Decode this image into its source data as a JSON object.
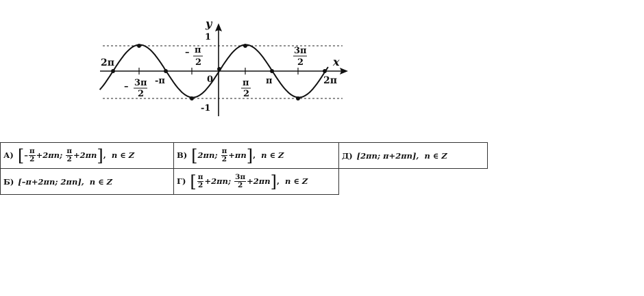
{
  "graph": {
    "y_axis_label": "y",
    "x_axis_label": "x",
    "y_ticks": {
      "one": "1",
      "minus_one": "-1"
    },
    "origin": "0",
    "labels": {
      "two_pi_left": "2π",
      "minus_three_pi_half_sign": "–",
      "minus_three_pi_half_num": "3π",
      "minus_three_pi_half_den": "2",
      "minus_pi": "-π",
      "minus_pi_half_sign": "–",
      "minus_pi_half_num": "π",
      "minus_pi_half_den": "2",
      "pi_half_num": "π",
      "pi_half_den": "2",
      "pi": "π",
      "three_pi_half_num": "3π",
      "three_pi_half_den": "2",
      "two_pi_right": "2π"
    }
  },
  "options": {
    "A": {
      "label": "А)",
      "part1_sign": "–",
      "part1_num": "π",
      "part1_den": "2",
      "part1_tail": "+2πn;",
      "part2_num": "π",
      "part2_den": "2",
      "part2_tail": "+2πn",
      "cond": "n ∈ Z"
    },
    "B": {
      "label": "Б)",
      "text": "[–π+2πn; 2πn],",
      "cond": "n ∈ Z"
    },
    "V": {
      "label": "В)",
      "part1": "2πn;",
      "part2_num": "π",
      "part2_den": "2",
      "part2_tail": "+πn",
      "cond": "n ∈ Z"
    },
    "G": {
      "label": "Г)",
      "part1_num": "π",
      "part1_den": "2",
      "part1_tail": "+2πn;",
      "part2_num": "3π",
      "part2_den": "2",
      "part2_tail": "+2πn",
      "cond": "n ∈ Z"
    },
    "D": {
      "label": "Д)",
      "text": "[2πn; π+2πn],",
      "cond": "n ∈ Z"
    }
  }
}
